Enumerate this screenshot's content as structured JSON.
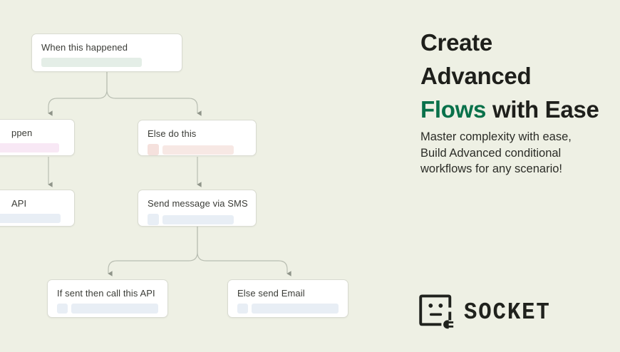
{
  "colors": {
    "background": "#eef0e4",
    "card_bg": "#ffffff",
    "card_border": "#d9dbd1",
    "connector": "#b9beb2",
    "arrowhead": "#8f9489",
    "heading": "#1e1f1b",
    "accent_green": "#08714a",
    "body_text": "#2b2c27",
    "node_text": "#3b3c37",
    "logo": "#20221d",
    "bar_green": "#e4eee7",
    "bar_pink": "#f8e8f5",
    "bar_red_chip": "#f5e1dd",
    "bar_red": "#f7e8e4",
    "bar_blue": "#e8eef5"
  },
  "flowchart": {
    "nodes": [
      {
        "id": "trigger",
        "label": "When this happened"
      },
      {
        "id": "if-branch",
        "label": "ppen"
      },
      {
        "id": "else-branch",
        "label": "Else do this"
      },
      {
        "id": "call-api",
        "label": "API"
      },
      {
        "id": "send-sms",
        "label": "Send message via SMS"
      },
      {
        "id": "if-sent",
        "label": "If sent then call this API"
      },
      {
        "id": "else-email",
        "label": "Else send Email"
      }
    ]
  },
  "hero": {
    "title_lines": [
      "Create",
      "Advanced"
    ],
    "title_accent": "Flows",
    "title_line3_rest": "with Ease",
    "subtitle_lines": [
      "Master complexity with ease,",
      "Build Advanced conditional",
      "workflows for any scenario!"
    ]
  },
  "logo": {
    "text": "SOCKET"
  }
}
